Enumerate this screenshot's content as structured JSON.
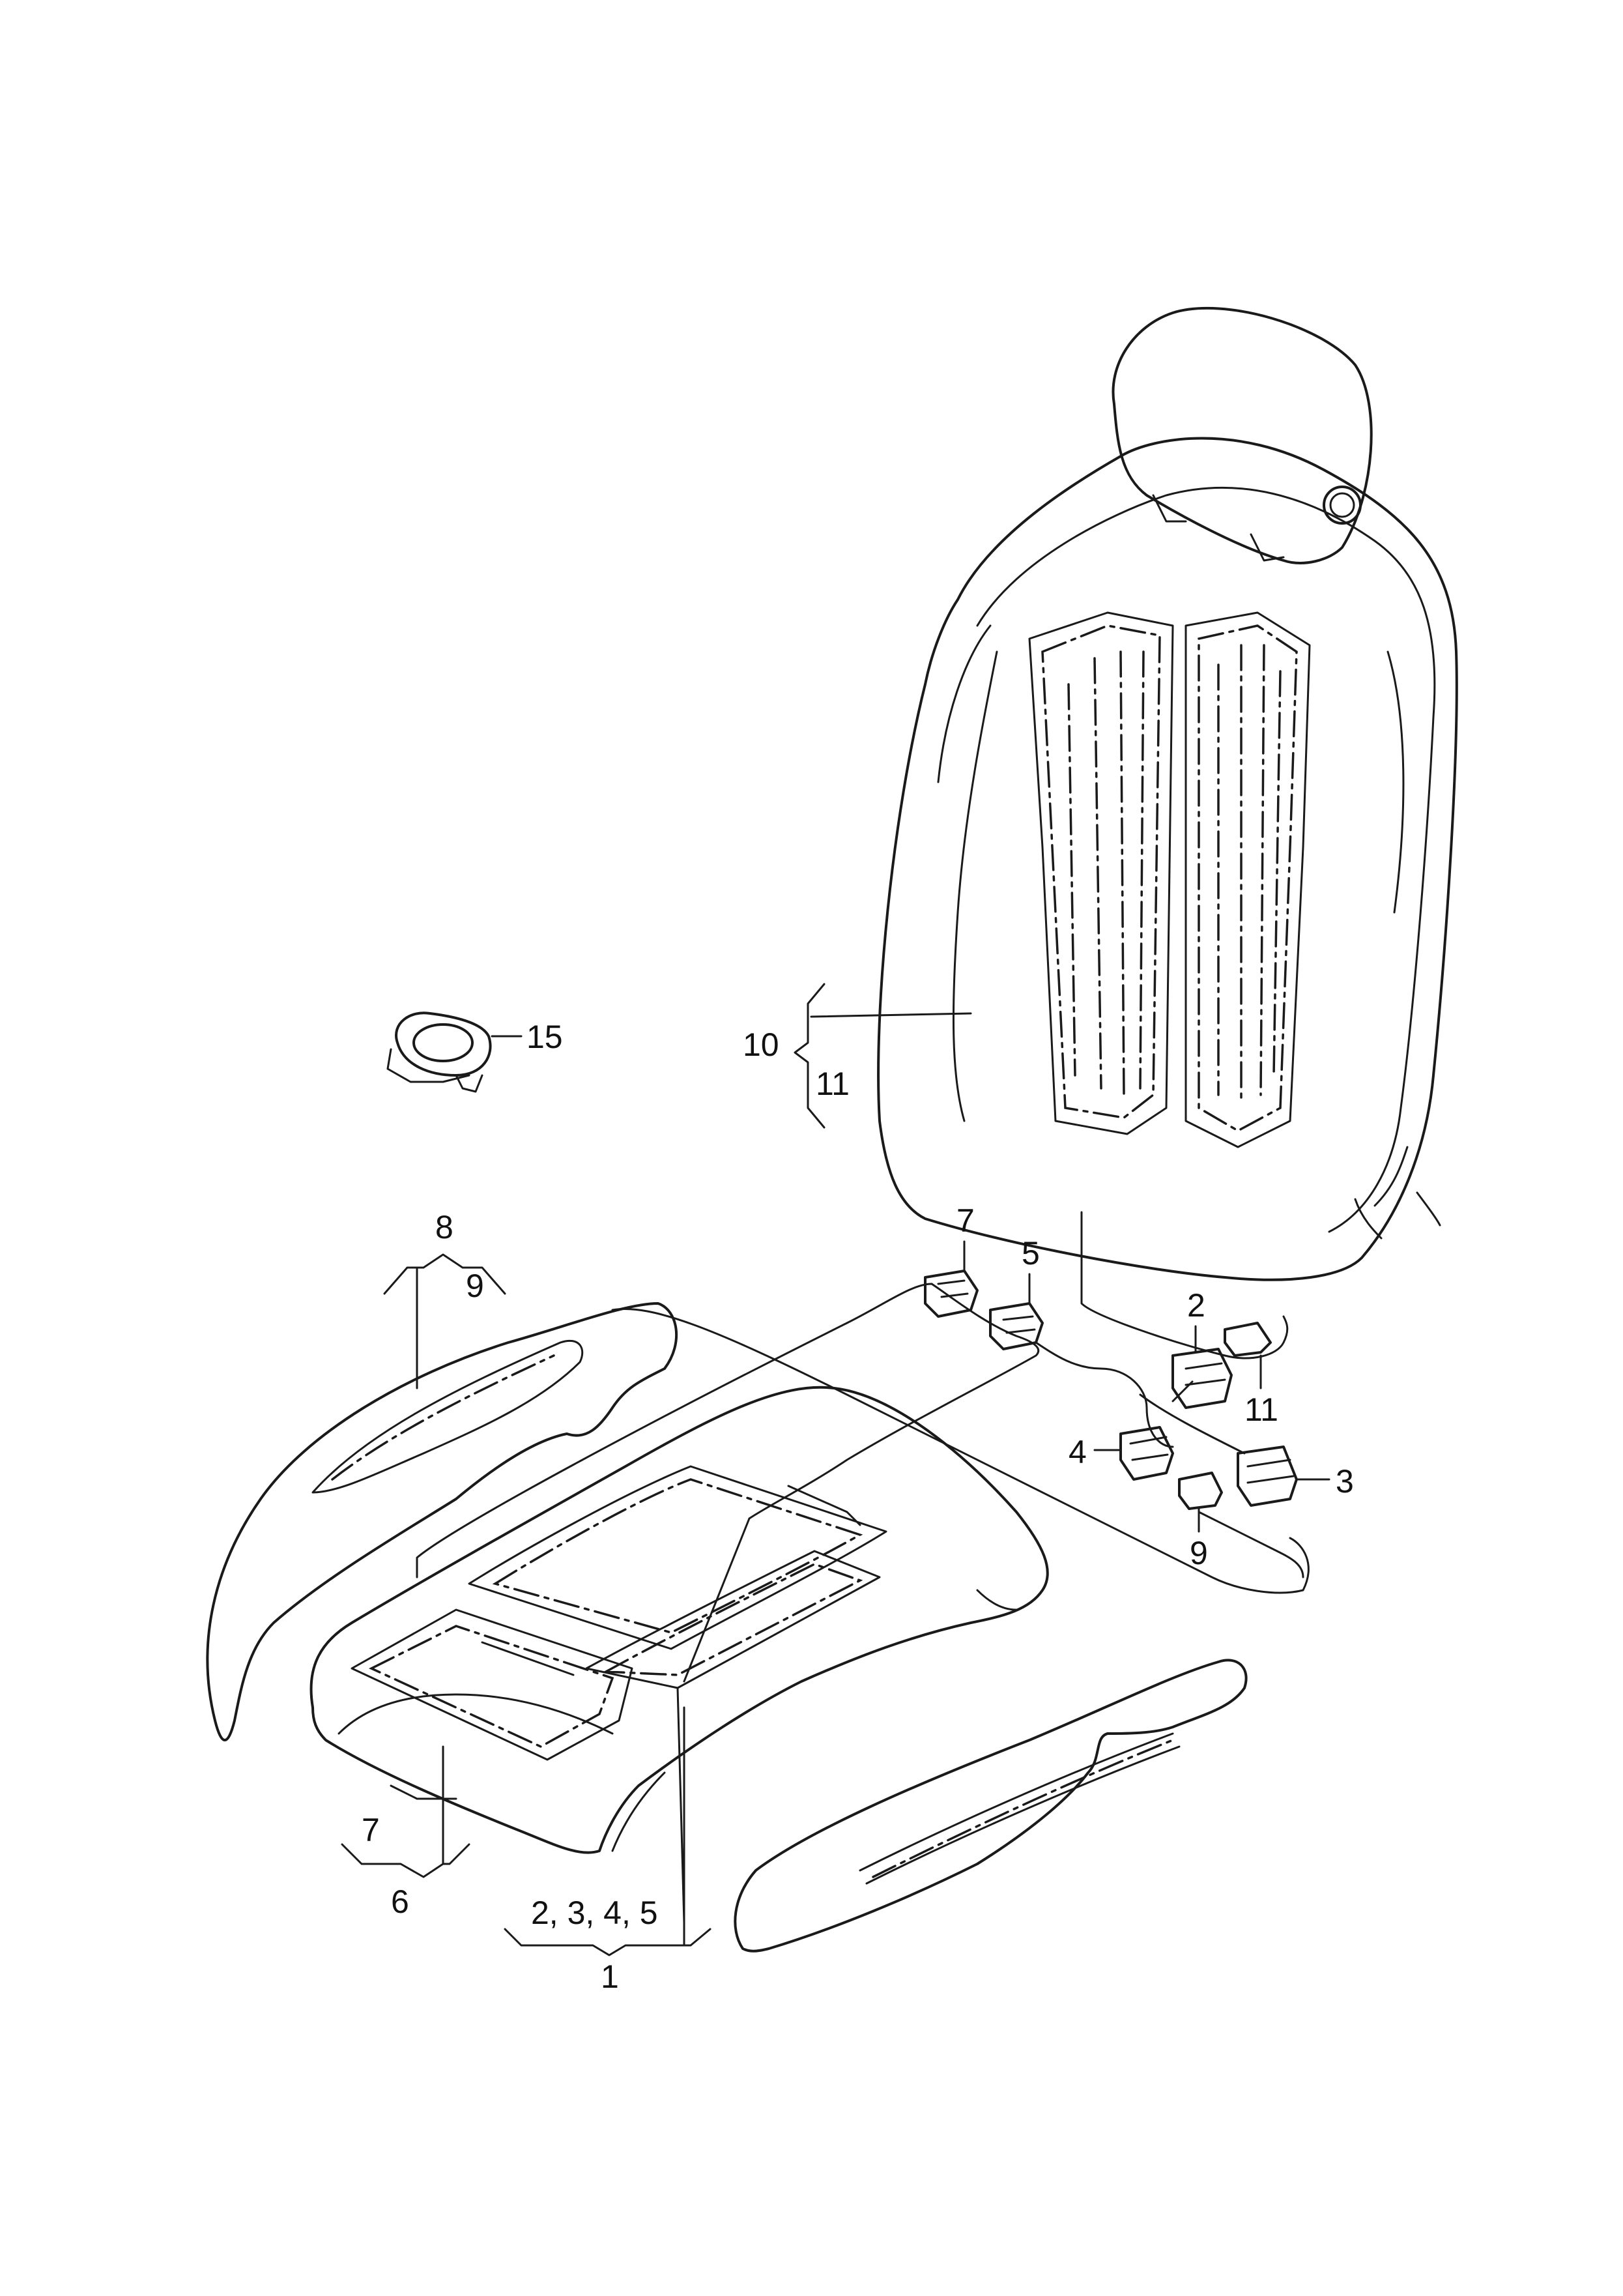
{
  "labels": {
    "l1": "1",
    "l2345": "2, 3, 4, 5",
    "l2": "2",
    "l3": "3",
    "l4": "4",
    "l5": "5",
    "l6": "6",
    "l7_bottom": "7",
    "l7_top": "7",
    "l8": "8",
    "l9_left": "9",
    "l9_right": "9",
    "l10": "10",
    "l11_left": "11",
    "l11_right": "11",
    "l15": "15"
  }
}
